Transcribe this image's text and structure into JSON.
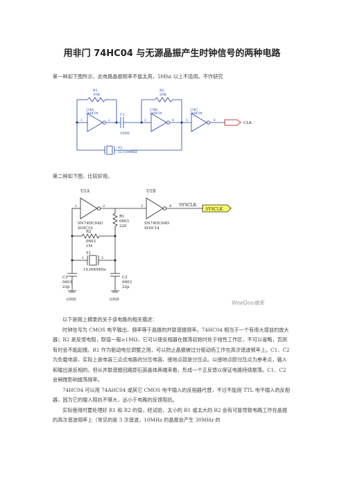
{
  "title": "用非门 74HC04 与无源晶振产生时钟信号的两种电路",
  "intro1": "第一种如下图所示，此电路晶振频率不能太高，5Mhz 以上不适用。不作研究",
  "intro2": "第二种如下图，比较好用。",
  "fig1": {
    "r1_name": "R1",
    "r1_val": "10K",
    "r2_name": "R2",
    "r2_val": "20K",
    "u1a_name": "U4A",
    "u1a_part": "74HC04",
    "u1b_name": "U4B",
    "u1b_part": "74HC04",
    "u1c_name": "U4C",
    "u1c_part": "74HC04",
    "c1_name": "C1",
    "c1_val": "100N",
    "y_name": "Y2",
    "y_val": "22.1184MHZ",
    "clk": "CLK",
    "pin1": "1",
    "pin2": "2",
    "pin3": "3",
    "pin4": "4",
    "pin5": "5",
    "pin6": "6"
  },
  "fig2": {
    "u1a": "U1A",
    "u1b": "U1B",
    "u1a_part": "SN74HC04D",
    "u1a_pkg": "SOIC14",
    "u1b_part": "SN74HC04D",
    "u1b_pkg": "SOIC14",
    "pin1": "1",
    "pin2": "2",
    "pin3": "3",
    "pin4": "4",
    "r1_name": "R1",
    "r1_pkg": "0603",
    "r1_val": "220",
    "r2_name": "R2",
    "r2_pkg": "0603",
    "r2_val": "1M",
    "y1_name": "Y1",
    "y1_val": "10.000MHz",
    "y1_pin1": "1",
    "y1_pin2": "2",
    "c1_name": "C1",
    "c1_pkg": "0603",
    "c1_val": "22p",
    "c2_name": "C2",
    "c2_pkg": "0603",
    "c2_val": "22p",
    "net": "SYSCLK",
    "port": "SYSCLK",
    "gnd": "GND",
    "watermark": "WeeQoo维库"
  },
  "para1": "以下是网上摘录的关于该电路的相关描述：",
  "para2": "时钟信号为 CMOS 电平输出，频率等于晶振的并联谐振频率。74HC04 相当于一个有很大增益的放大器；R2 是反馈电阻，取值一般≥1MΩ，它可以使反相器在振荡初始时处于线性工作区，不可以省略，否则有时会不能起振。R1 作为驱动电位调整之用，可以防止晶振被过分驱动而工作在高次谐波频率上。C1、C2 为负载电容，实际上是电容三点式电路的分压电容，接地点就是分压点。以接地点即分压点为参考点，输入和输出是反相的，但从并联谐振回路即石英晶体两端来看，形成一个正反馈以保证电路持续振荡。C1、C2 会稍微影响振荡频率。",
  "para3": "74HC04 可以用 74AHC04 或其它 CMOS 电平输入的反相器代替，不过不能用 TTL 电平输入的反相器，因为它的输入阻抗不够大，远小于电路的反馈阻抗。",
  "para4": "实际使用时要处理好 R1 和 R2 的值，经试验，太小的 R1 或太大的 R2 会有可能导致电路工作在晶振的高次谐波频率上（常见的是 3 次谐波，10MHz 的晶振会产生 30MHz 的"
}
